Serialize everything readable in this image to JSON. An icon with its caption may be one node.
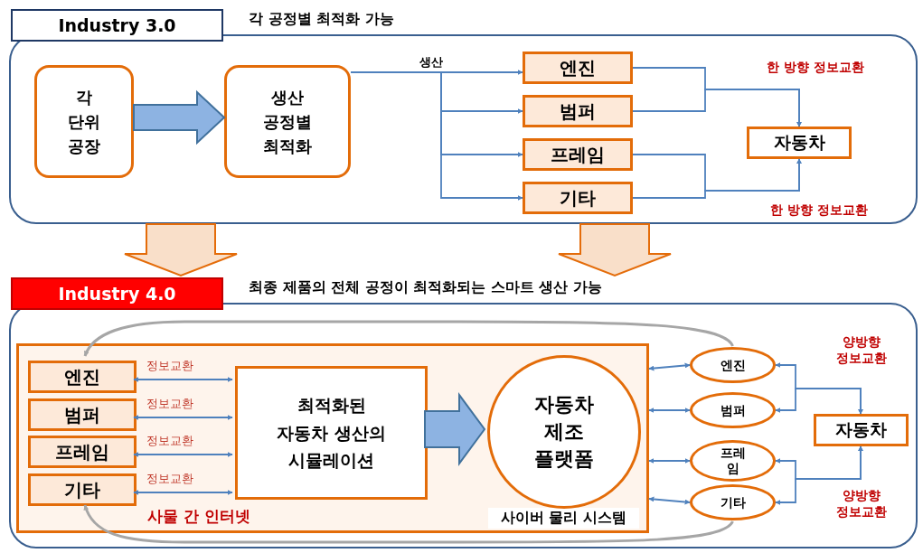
{
  "diagram": {
    "nodes": [
      {
        "text": [
          "Industry 3.0",
          "각 공정별 최적화 가능"
        ]
      },
      {
        "text": [
          "각 단위 공장"
        ],
        "in": 0
      },
      {
        "text": [
          "생산 공정별 최적화"
        ],
        "in": 0
      },
      {
        "text": [
          "엔진"
        ],
        "in": 0
      },
      {
        "text": [
          "범퍼"
        ],
        "in": 0
      },
      {
        "text": [
          "프레임"
        ],
        "in": 0
      },
      {
        "text": [
          "기타"
        ],
        "in": 0
      },
      {
        "text": [
          "자동차"
        ],
        "in": 0
      },
      {
        "text": [
          "Industry 4.0",
          "최종 제품의 전체 공정이 최적화되는 스마트 생산 가능"
        ]
      },
      {
        "text": [
          "사이버 물리 시스템"
        ],
        "in": 8
      },
      {
        "text": [
          "엔진"
        ],
        "in": 9
      },
      {
        "text": [
          "범퍼"
        ],
        "in": 9
      },
      {
        "text": [
          "프레임"
        ],
        "in": 9
      },
      {
        "text": [
          "기타"
        ],
        "in": 9
      },
      {
        "text": [
          "최적화된 자동차 생산의 시뮬레이션"
        ],
        "in": 9
      },
      {
        "text": [
          "자동차 제조 플랫폼"
        ],
        "in": 9
      },
      {
        "text": [
          "엔진"
        ],
        "in": 8
      },
      {
        "text": [
          "범퍼"
        ],
        "in": 8
      },
      {
        "text": [
          "프레 임"
        ],
        "in": 8
      },
      {
        "text": [
          "기타"
        ],
        "in": 8
      },
      {
        "text": [
          "자동차"
        ],
        "in": 8
      }
    ],
    "edges": [
      {
        "from": 1,
        "to": 2,
        "arrow": "to",
        "style": "thick"
      },
      {
        "from": 2,
        "to": 3,
        "arrow": "to",
        "label": "생산"
      },
      {
        "from": 2,
        "to": 4,
        "arrow": "to"
      },
      {
        "from": 2,
        "to": 5,
        "arrow": "to"
      },
      {
        "from": 2,
        "to": 6,
        "arrow": "to"
      },
      {
        "from": 3,
        "to": 7,
        "arrow": "to"
      },
      {
        "from": 4,
        "to": 7,
        "arrow": "to"
      },
      {
        "from": 5,
        "to": 7,
        "arrow": "to"
      },
      {
        "from": 6,
        "to": 7,
        "arrow": "to"
      },
      {
        "from": 0,
        "to": 8,
        "arrow": "to",
        "style": "thick",
        "color": "#e46c0a"
      },
      {
        "from": 0,
        "to": 8,
        "arrow": "to",
        "style": "thick",
        "color": "#e46c0a"
      },
      {
        "from": 10,
        "to": 14,
        "arrow": "both",
        "label": "정보교환"
      },
      {
        "from": 11,
        "to": 14,
        "arrow": "both",
        "label": "정보교환"
      },
      {
        "from": 12,
        "to": 14,
        "arrow": "both",
        "label": "정보교환"
      },
      {
        "from": 13,
        "to": 14,
        "arrow": "both",
        "label": "정보교환"
      },
      {
        "from": 14,
        "to": 15,
        "arrow": "to",
        "style": "thick"
      },
      {
        "from": 9,
        "to": 16,
        "arrow": "both"
      },
      {
        "from": 9,
        "to": 17,
        "arrow": "both"
      },
      {
        "from": 9,
        "to": 18,
        "arrow": "both"
      },
      {
        "from": 9,
        "to": 19,
        "arrow": "both"
      },
      {
        "from": 16,
        "to": 20,
        "arrow": "both"
      },
      {
        "from": 17,
        "to": 20,
        "arrow": "both"
      },
      {
        "from": 18,
        "to": 20,
        "arrow": "both"
      },
      {
        "from": 19,
        "to": 20,
        "arrow": "both"
      },
      {
        "from": 16,
        "to": 10,
        "arrow": "to",
        "color": "#a6a6a6"
      },
      {
        "from": 19,
        "to": 13,
        "arrow": "to",
        "color": "#a6a6a6"
      }
    ],
    "labels": [
      "한 방향 정보교환",
      "한 방향 정보교환",
      "사물 간 인터넷",
      "양방향 정보교환",
      "양방향 정보교환"
    ]
  }
}
